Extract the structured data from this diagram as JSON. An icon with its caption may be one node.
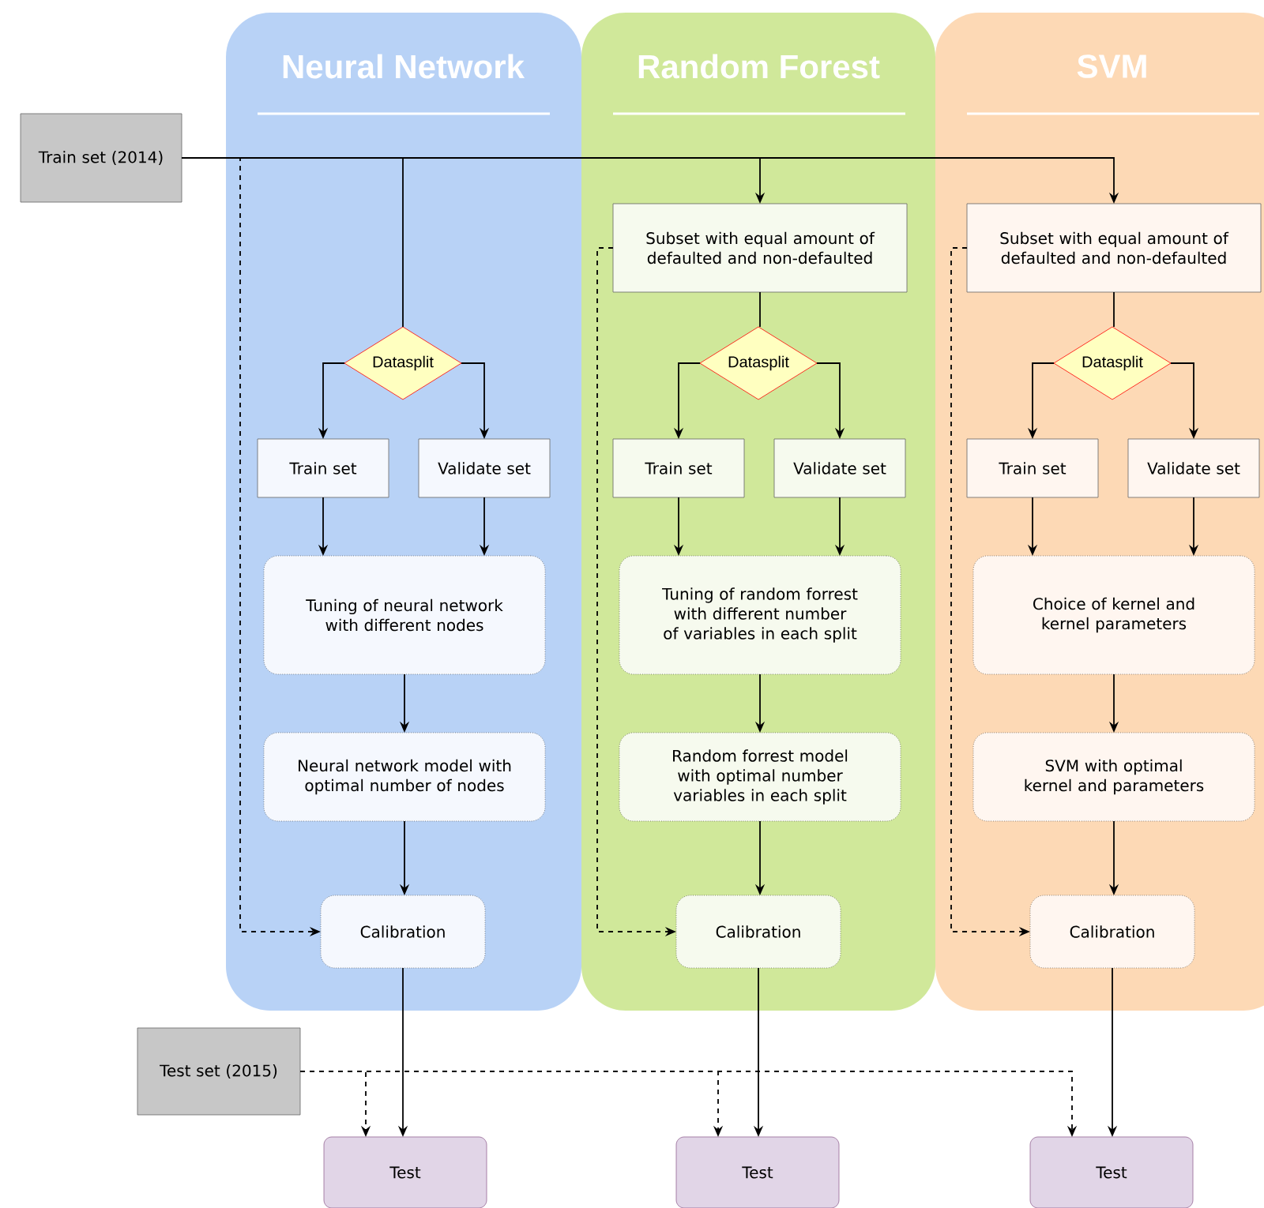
{
  "diagram": {
    "nodes": [
      {
        "text": [
          "Train set (2014)"
        ]
      },
      {
        "text": [
          "Test set (2015)"
        ]
      },
      {
        "text": [
          "Neural Network"
        ]
      },
      {
        "text": [
          "Random Forest"
        ]
      },
      {
        "text": [
          "SVM"
        ]
      },
      {
        "text": [
          "Datasplit"
        ],
        "in": 2
      },
      {
        "text": [
          "Train set"
        ],
        "in": 2
      },
      {
        "text": [
          "Validate set"
        ],
        "in": 2
      },
      {
        "text": [
          "Tuning of neural network with different nodes"
        ],
        "in": 2
      },
      {
        "text": [
          "Neural network model with optimal number of nodes"
        ],
        "in": 2
      },
      {
        "text": [
          "Calibration"
        ],
        "in": 2
      },
      {
        "text": [
          "Subset with equal amount of defaulted and non-defaulted"
        ],
        "in": 3
      },
      {
        "text": [
          "Datasplit"
        ],
        "in": 3
      },
      {
        "text": [
          "Train set"
        ],
        "in": 3
      },
      {
        "text": [
          "Validate set"
        ],
        "in": 3
      },
      {
        "text": [
          "Tuning of random forrest with different number of variables in each split"
        ],
        "in": 3
      },
      {
        "text": [
          "Random forrest model with optimal number variables in each split"
        ],
        "in": 3
      },
      {
        "text": [
          "Calibration"
        ],
        "in": 3
      },
      {
        "text": [
          "Subset with equal amount of defaulted and non-defaulted"
        ],
        "in": 4
      },
      {
        "text": [
          "Datasplit"
        ],
        "in": 4
      },
      {
        "text": [
          "Train set"
        ],
        "in": 4
      },
      {
        "text": [
          "Validate set"
        ],
        "in": 4
      },
      {
        "text": [
          "Choice of kernel and kernel parameters"
        ],
        "in": 4
      },
      {
        "text": [
          "SVM with optimal kernel and parameters"
        ],
        "in": 4
      },
      {
        "text": [
          "Calibration"
        ],
        "in": 4
      },
      {
        "text": [
          "Test"
        ]
      },
      {
        "text": [
          "Test"
        ]
      },
      {
        "text": [
          "Test"
        ]
      }
    ],
    "edges": [
      {
        "from": 0,
        "to": 5,
        "arrow": "none"
      },
      {
        "from": 0,
        "to": 11,
        "arrow": "to"
      },
      {
        "from": 0,
        "to": 18,
        "arrow": "to"
      },
      {
        "from": 0,
        "to": 10,
        "arrow": "to",
        "style": "dashed"
      },
      {
        "from": 5,
        "to": 6,
        "arrow": "to"
      },
      {
        "from": 5,
        "to": 7,
        "arrow": "to"
      },
      {
        "from": 6,
        "to": 8,
        "arrow": "to"
      },
      {
        "from": 7,
        "to": 8,
        "arrow": "to"
      },
      {
        "from": 8,
        "to": 9,
        "arrow": "to"
      },
      {
        "from": 9,
        "to": 10,
        "arrow": "to"
      },
      {
        "from": 10,
        "to": 25,
        "arrow": "to"
      },
      {
        "from": 11,
        "to": 12,
        "arrow": "none"
      },
      {
        "from": 11,
        "to": 17,
        "arrow": "to",
        "style": "dashed"
      },
      {
        "from": 12,
        "to": 13,
        "arrow": "to"
      },
      {
        "from": 12,
        "to": 14,
        "arrow": "to"
      },
      {
        "from": 13,
        "to": 15,
        "arrow": "to"
      },
      {
        "from": 14,
        "to": 15,
        "arrow": "to"
      },
      {
        "from": 15,
        "to": 16,
        "arrow": "to"
      },
      {
        "from": 16,
        "to": 17,
        "arrow": "to"
      },
      {
        "from": 17,
        "to": 26,
        "arrow": "to"
      },
      {
        "from": 18,
        "to": 19,
        "arrow": "none"
      },
      {
        "from": 18,
        "to": 24,
        "arrow": "to",
        "style": "dashed"
      },
      {
        "from": 19,
        "to": 20,
        "arrow": "to"
      },
      {
        "from": 19,
        "to": 21,
        "arrow": "to"
      },
      {
        "from": 20,
        "to": 22,
        "arrow": "to"
      },
      {
        "from": 21,
        "to": 22,
        "arrow": "to"
      },
      {
        "from": 22,
        "to": 23,
        "arrow": "to"
      },
      {
        "from": 23,
        "to": 24,
        "arrow": "to"
      },
      {
        "from": 24,
        "to": 27,
        "arrow": "to"
      },
      {
        "from": 1,
        "to": 25,
        "arrow": "to",
        "style": "dashed"
      },
      {
        "from": 1,
        "to": 26,
        "arrow": "to",
        "style": "dashed"
      },
      {
        "from": 1,
        "to": 27,
        "arrow": "to",
        "style": "dashed"
      }
    ]
  }
}
